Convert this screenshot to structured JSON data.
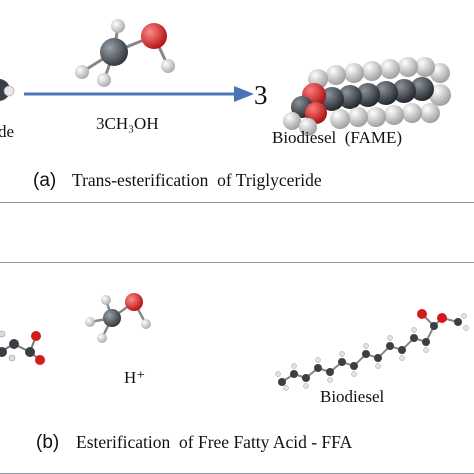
{
  "panel_a": {
    "left_label_fragment": "de",
    "reagent_label": "3CH₃OH",
    "coefficient": "3",
    "product_label": "Biodiesel  (FAME)",
    "caption_letter": "(a)",
    "caption_text": "Trans-esterification  of Triglyceride"
  },
  "panel_b": {
    "catalyst_label": "H⁺",
    "product_label": "Biodiesel",
    "caption_letter": "(b)",
    "caption_text": "Esterification  of Free Fatty Acid - FFA"
  },
  "colors": {
    "arrow": "#4a73b8",
    "frame": "#8a97a8",
    "carbon": "#3a3f45",
    "oxygen": "#d21c1c",
    "hydrogen": "#e6e6e6"
  }
}
